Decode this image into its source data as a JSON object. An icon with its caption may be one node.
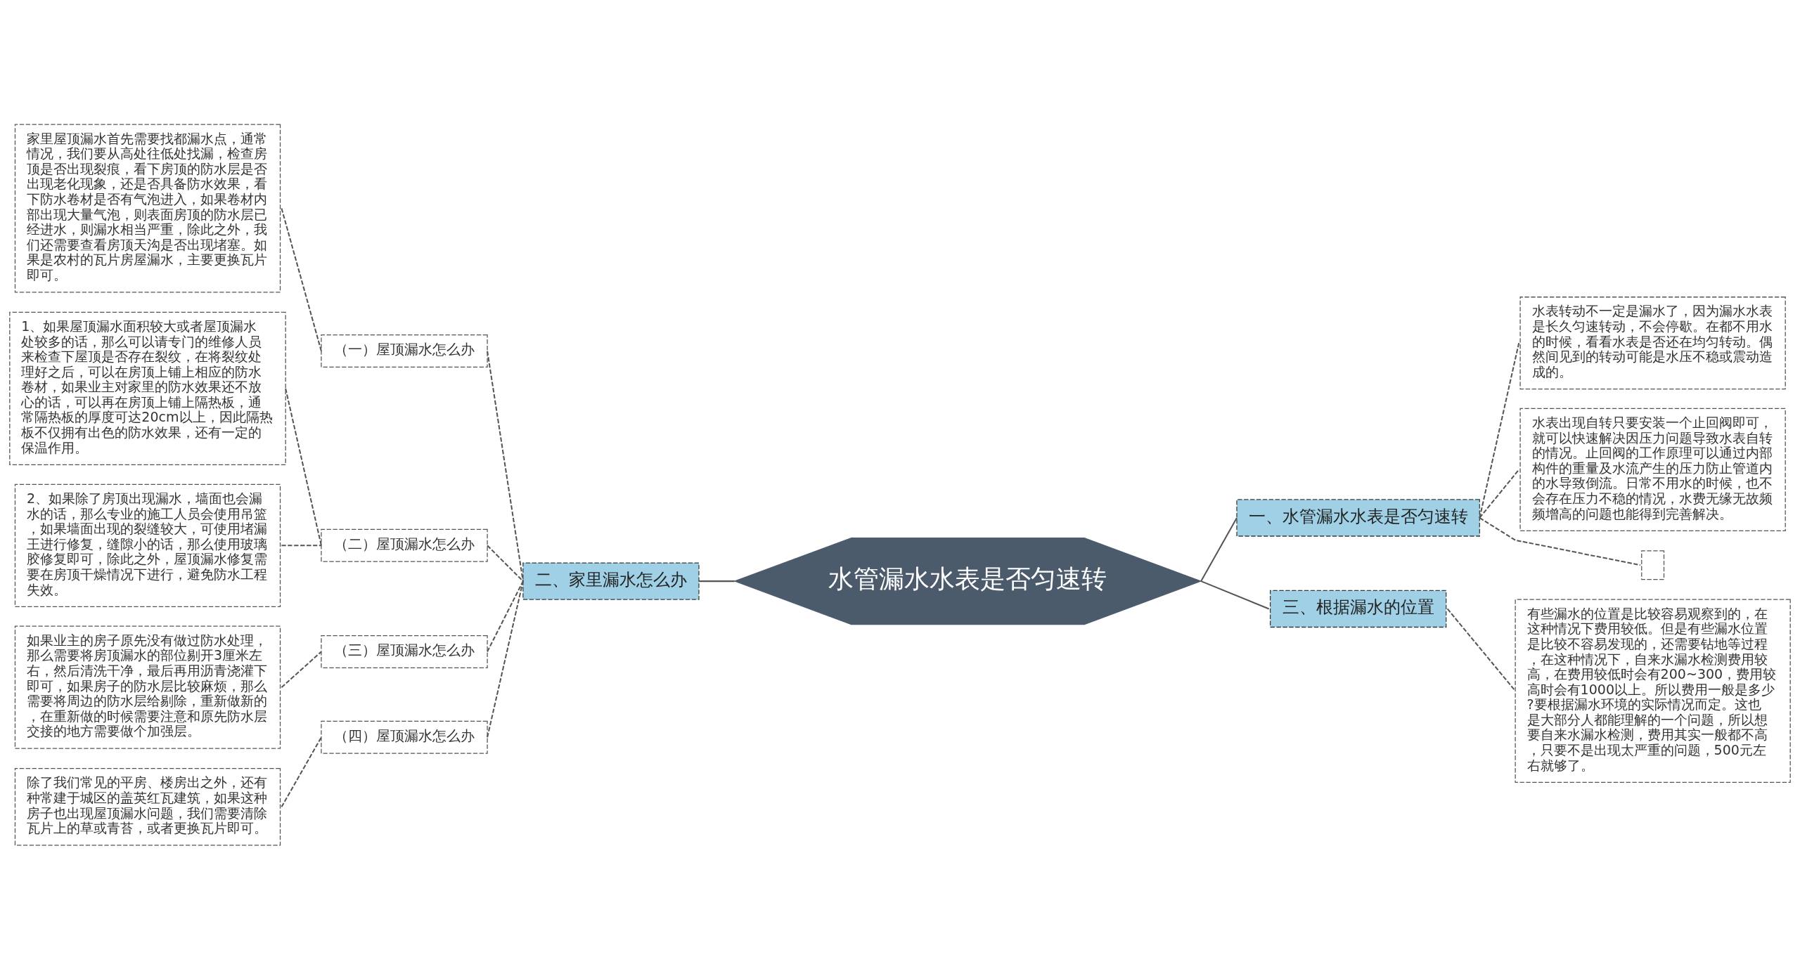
{
  "diagram": {
    "nodes": [
      {
        "text": [
          "水管漏水水表是否匀速转"
        ]
      },
      {
        "text": [
          "一、水管漏水水表是否匀速转"
        ]
      },
      {
        "text": [
          "水表转动不一定是漏水了，因为漏水水表是长久匀速转动，不会停歇。在都不用水的时候，看看水表是否还在均匀转动。偶然间见到的转动可能是水压不稳或震动造成的。"
        ]
      },
      {
        "text": [
          "水表出现自转只要安装一个止回阀即可，就可以快速解决因压力问题导致水表自转的情况。止回阀的工作原理可以通过内部构件的重量及水流产生的压力防止管道内的水导致倒流。日常不用水的时候，也不会存在压力不稳的情况，水费无缘无故频频增高的问题也能得到完善解决。"
        ]
      },
      {
        "text": [],
        "shape": "box"
      },
      {
        "text": [
          "二、家里漏水怎么办"
        ]
      },
      {
        "text": [
          "（一）屋顶漏水怎么办"
        ]
      },
      {
        "text": [
          "家里屋顶漏水首先需要找都漏水点，通常情况，我们要从高处往低处找漏，检查房顶是否出现裂痕，看下房顶的防水层是否出现老化现象，还是否具备防水效果，看下防水卷材是否有气泡进入，如果卷材内部出现大量气泡，则表面房顶的防水层已经进水，则漏水相当严重，除此之外，我们还需要查看房顶天沟是否出现堵塞。如果是农村的瓦片房屋漏水，主要更换瓦片即可。"
        ]
      },
      {
        "text": [
          "（二）屋顶漏水怎么办"
        ]
      },
      {
        "text": [
          "1、如果屋顶漏水面积较大或者屋顶漏水处较多的话，那么可以请专门的维修人员来检查下屋顶是否存在裂纹，在将裂纹处理好之后，可以在房顶上铺上相应的防水卷材，如果业主对家里的防水效果还不放心的话，可以再在房顶上铺上隔热板，通常隔热板的厚度可达20cm以上，因此隔热板不仅拥有出色的防水效果，还有一定的保温作用。"
        ]
      },
      {
        "text": [
          "2、如果除了房顶出现漏水，墙面也会漏水的话，那么专业的施工人员会使用吊篮，如果墙面出现的裂缝较大，可使用堵漏王进行修复，缝隙小的话，那么使用玻璃胶修复即可，除此之外，屋顶漏水修复需要在房顶干燥情况下进行，避免防水工程失效。"
        ]
      },
      {
        "text": [
          "（三）屋顶漏水怎么办"
        ]
      },
      {
        "text": [
          "如果业主的房子原先没有做过防水处理，那么需要将房顶漏水的部位剔开3厘米左右，然后清洗干净，最后再用沥青浇灌下即可，如果房子的防水层比较麻烦，那么需要将周边的防水层给剔除，重新做新的，在重新做的时候需要注意和原先防水层交接的地方需要做个加强层。"
        ]
      },
      {
        "text": [
          "（四）屋顶漏水怎么办"
        ]
      },
      {
        "text": [
          "除了我们常见的平房、楼房出之外，还有种常建于城区的盖英红瓦建筑，如果这种房子也出现屋顶漏水问题，我们需要清除瓦片上的草或青苔，或者更换瓦片即可。"
        ]
      },
      {
        "text": [
          "三、根据漏水的位置"
        ]
      },
      {
        "text": [
          "有些漏水的位置是比较容易观察到的，在这种情况下费用较低。但是有些漏水位置是比较不容易发现的，还需要钻地等过程，在这种情况下，自来水漏水检测费用较高，在费用较低时会有200~300，费用较高时会有1000以上。所以费用一般是多少?要根据漏水环境的实际情况而定。这也是大部分人都能理解的一个问题，所以想要自来水漏水检测，费用其实一般都不高，只要不是出现太严重的问题，500元左右就够了。"
        ]
      }
    ],
    "edges": [
      {
        "from": 7,
        "to": 6,
        "arrow": "none",
        "style": "dashed"
      },
      {
        "from": 6,
        "to": 5,
        "arrow": "none",
        "style": "dashed"
      },
      {
        "from": 9,
        "to": 8,
        "arrow": "none",
        "style": "dashed"
      },
      {
        "from": 10,
        "to": 8,
        "arrow": "none",
        "style": "dashed"
      },
      {
        "from": 8,
        "to": 5,
        "arrow": "none",
        "style": "dashed"
      },
      {
        "from": 12,
        "to": 11,
        "arrow": "none",
        "style": "dashed"
      },
      {
        "from": 11,
        "to": 5,
        "arrow": "none",
        "style": "dashed"
      },
      {
        "from": 14,
        "to": 13,
        "arrow": "none",
        "style": "dashed"
      },
      {
        "from": 13,
        "to": 5,
        "arrow": "none",
        "style": "dashed"
      },
      {
        "from": 5,
        "to": 0,
        "arrow": "none"
      },
      {
        "from": 0,
        "to": 1,
        "arrow": "none"
      },
      {
        "from": 1,
        "to": 2,
        "arrow": "none",
        "style": "dashed"
      },
      {
        "from": 1,
        "to": 3,
        "arrow": "none",
        "style": "dashed"
      },
      {
        "from": 1,
        "to": 4,
        "arrow": "none",
        "style": "dashed"
      },
      {
        "from": 0,
        "to": 15,
        "arrow": "none"
      },
      {
        "from": 15,
        "to": 16,
        "arrow": "none",
        "style": "dashed"
      }
    ]
  }
}
